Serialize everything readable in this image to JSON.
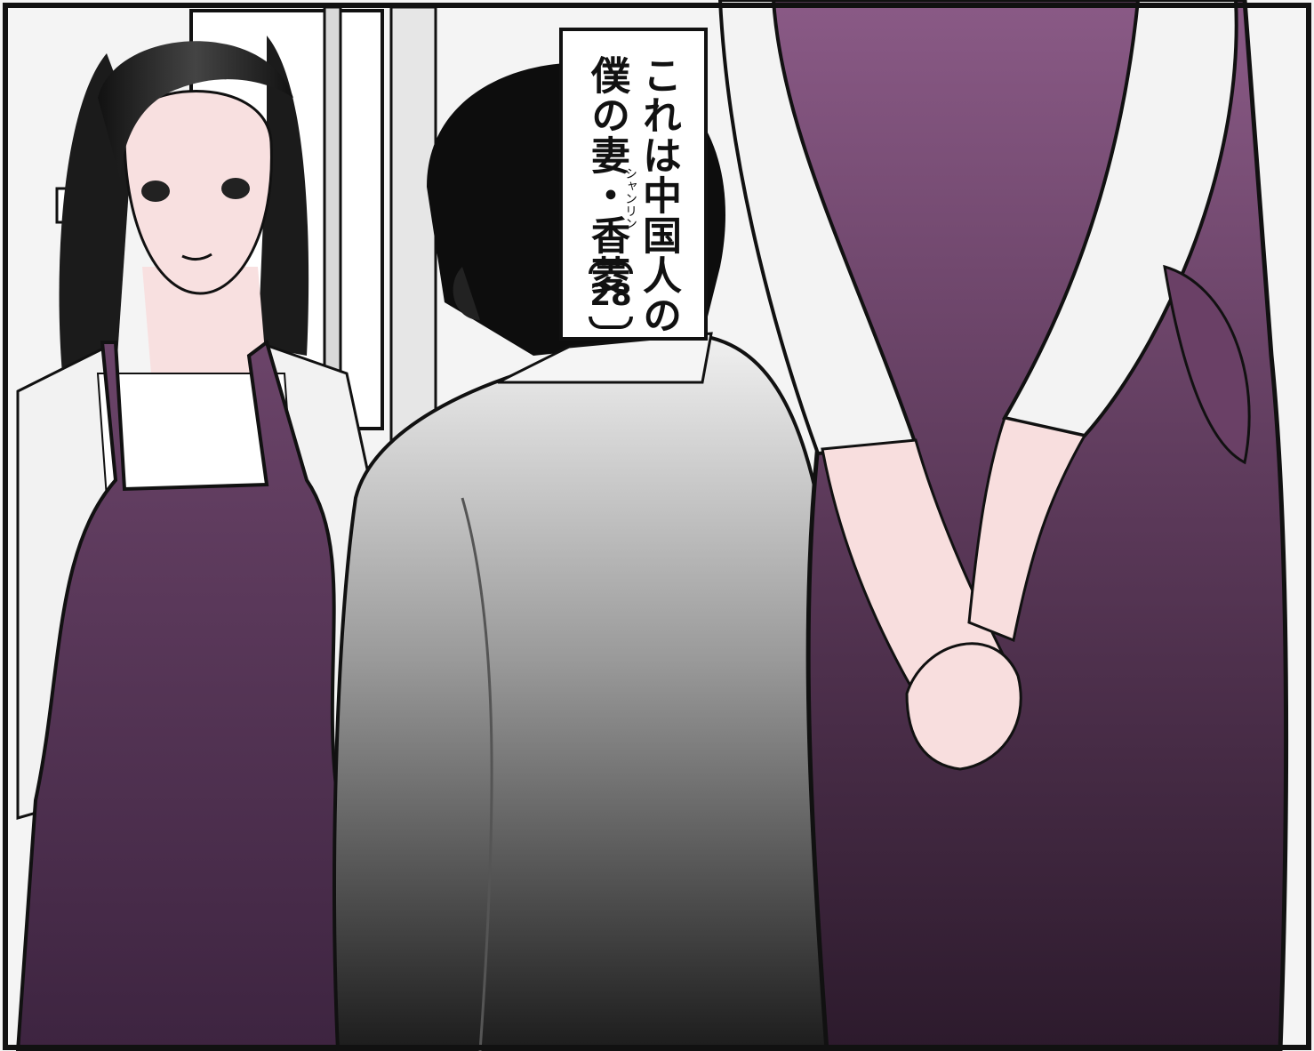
{
  "caption": {
    "line1": "これは中国人の",
    "line2": "僕の妻・香菱",
    "ruby": "シャンリン",
    "age": "28"
  },
  "colors": {
    "apron": "#5e3a5e",
    "apron_dark": "#3a2238",
    "skin": "#f7dede",
    "hair": "#1a1a1a",
    "jacket_light": "#e9e9e9",
    "jacket_dark": "#2a2a2a",
    "panel_border": "#111111"
  }
}
